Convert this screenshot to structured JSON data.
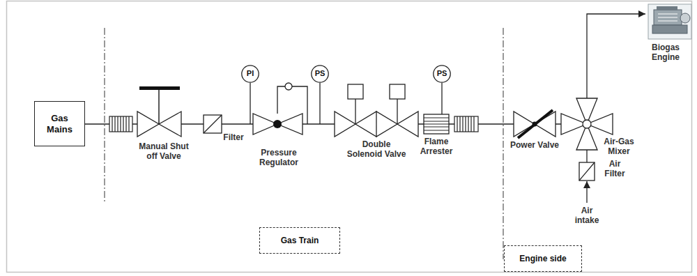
{
  "diagram": {
    "nodes": [
      {
        "text": [
          "Gas Mains"
        ]
      },
      {
        "text": [
          "PI"
        ]
      },
      {
        "text": [
          "PS"
        ]
      },
      {
        "text": [
          "PS"
        ]
      },
      {
        "text": [
          "Gas Train"
        ]
      },
      {
        "text": [
          "Engine side"
        ]
      }
    ],
    "labels": [
      "Biogas Engine",
      "Manual Shut off Valve",
      "Filter",
      "Pressure Regulator",
      "Double Solenoid Valve",
      "Flame Arrester",
      "Power Valve",
      "Air-Gas Mixer",
      "Air Filter",
      "Air intake"
    ]
  }
}
